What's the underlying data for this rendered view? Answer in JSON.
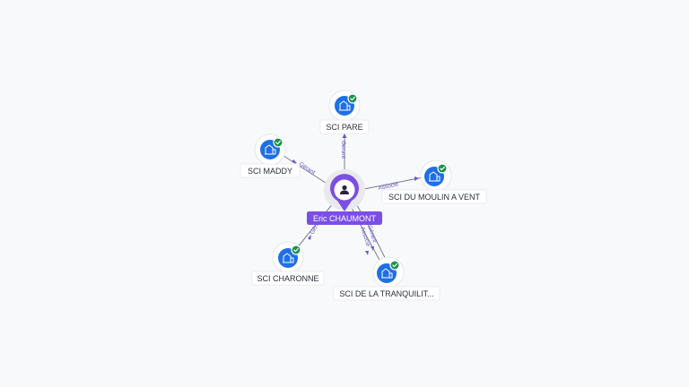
{
  "center": {
    "name": "Eric CHAUMONT",
    "icon": "person-icon",
    "color": "#7b4fe3"
  },
  "companies": [
    {
      "id": "pare",
      "label": "SCI PARE",
      "icon": "building-icon",
      "verified": true
    },
    {
      "id": "maddy",
      "label": "SCI MADDY",
      "icon": "building-icon",
      "verified": true
    },
    {
      "id": "moulin",
      "label": "SCI DU MOULIN A VENT",
      "icon": "building-icon",
      "verified": true
    },
    {
      "id": "charonne",
      "label": "SCI CHARONNE",
      "icon": "building-icon",
      "verified": true
    },
    {
      "id": "tranquilite",
      "label": "SCI DE LA TRANQUILIT...",
      "icon": "building-icon",
      "verified": true
    }
  ],
  "edges": [
    {
      "to": "pare",
      "labels": [
        "Gérant"
      ]
    },
    {
      "to": "maddy",
      "labels": [
        "Gérant"
      ]
    },
    {
      "to": "moulin",
      "labels": [
        "Associé"
      ]
    },
    {
      "to": "charonne",
      "labels": [
        "Gérant"
      ]
    },
    {
      "to": "tranquilite",
      "labels": [
        "Gérant",
        "Associé"
      ]
    }
  ],
  "colors": {
    "company": "#1f6fe5",
    "verified": "#1e8f4e",
    "edge_label": "#6a58c9"
  }
}
